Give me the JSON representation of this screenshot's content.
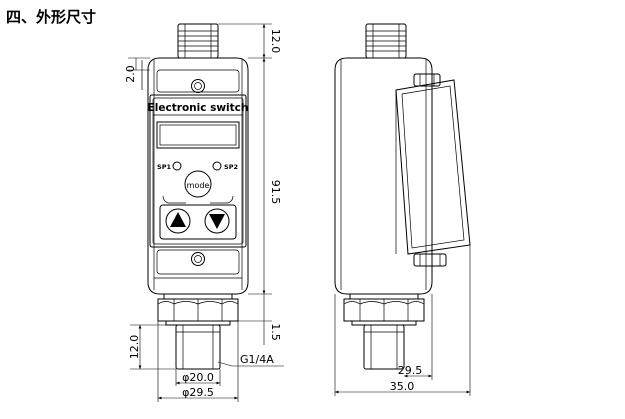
{
  "section_title": "四、外形尺寸",
  "front_view": {
    "brand_label": "Electronic switch",
    "sp1_label": "SP1",
    "sp2_label": "SP2",
    "mode_label": "mode",
    "up_icon": "triangle-up-icon",
    "down_icon": "triangle-down-icon"
  },
  "dimensions": {
    "top_connector_height": "12.0",
    "cap_offset": "2.0",
    "body_height": "91.5",
    "thread_gap": "1.5",
    "thread_length": "12.0",
    "thread_spec": "G1/4A",
    "hex_diameter": "φ20.0",
    "body_diameter": "φ29.5",
    "side_offset": "29.5",
    "side_depth": "35.0"
  }
}
